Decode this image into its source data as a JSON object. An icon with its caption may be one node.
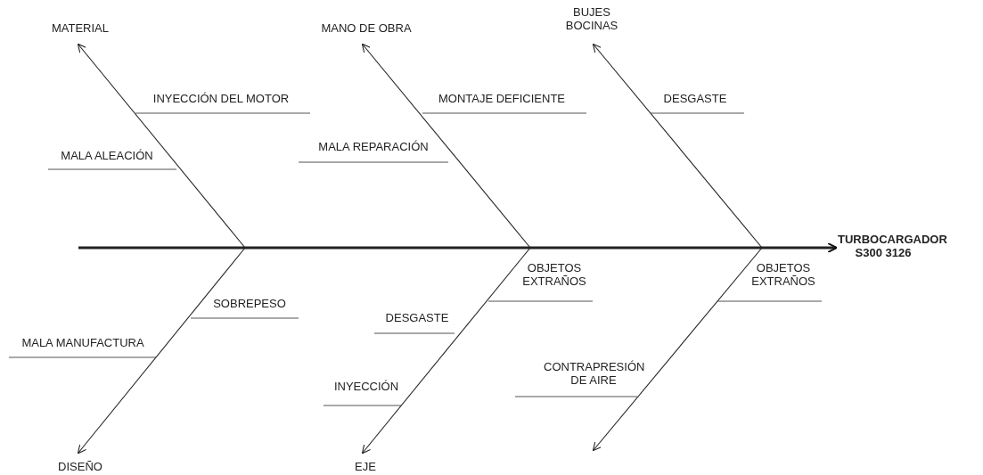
{
  "diagram": {
    "nodes": [
      {
        "text": [
          "MATERIAL"
        ]
      },
      {
        "text": [
          "MANO DE OBRA"
        ]
      },
      {
        "text": [
          "BUJES BOCINAS"
        ]
      },
      {
        "text": [
          "TURBOCARGADOR S300 3126"
        ]
      },
      {
        "text": [
          "DISEÑO"
        ]
      },
      {
        "text": [
          "EJE"
        ]
      }
    ],
    "edges": [
      {
        "from": null,
        "to": 3,
        "arrow": "to",
        "style": "thick"
      },
      {
        "from": null,
        "to": 0,
        "arrow": "to"
      },
      {
        "from": null,
        "to": 1,
        "arrow": "to"
      },
      {
        "from": null,
        "to": 2,
        "arrow": "to"
      },
      {
        "from": null,
        "to": 4,
        "arrow": "to"
      },
      {
        "from": null,
        "to": 5,
        "arrow": "to"
      }
    ],
    "labels": [
      "INYECCIÓN DEL MOTOR",
      "MONTAJE DEFICIENTE",
      "DESGASTE",
      "MALA ALEACIÓN",
      "MALA REPARACIÓN",
      "OBJETOS EXTRAÑOS",
      "OBJETOS EXTRAÑOS",
      "SOBREPESO",
      "DESGASTE",
      "MALA MANUFACTURA",
      "INYECCIÓN",
      "CONTRAPRESIÓN DE AIRE"
    ]
  }
}
